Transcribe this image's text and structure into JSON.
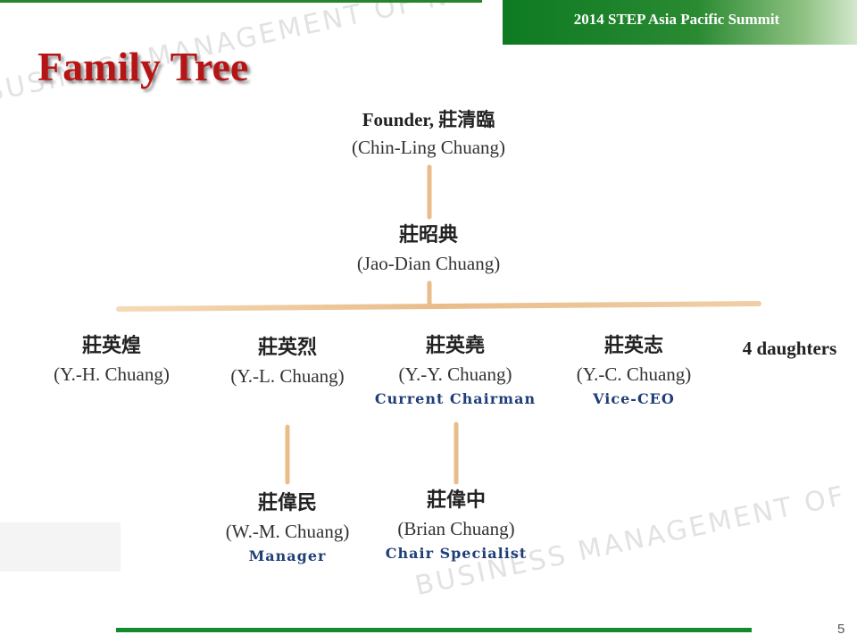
{
  "header": {
    "event_title": "2014 STEP Asia Pacific Summit"
  },
  "slide": {
    "title": "Family Tree",
    "page_number": "5"
  },
  "watermarks": {
    "top": "BUSINESS MANAGEMENT OF NSYSU",
    "middle": "BUSINESS MANAGEMENT OF NS"
  },
  "tree": {
    "founder": {
      "label": "Founder, 莊清臨",
      "english": "(Chin-Ling Chuang)"
    },
    "gen2": {
      "chinese": "莊昭典",
      "english": "(Jao-Dian Chuang)"
    },
    "gen3": [
      {
        "chinese": "莊英煌",
        "english": "(Y.-H. Chuang)",
        "role": ""
      },
      {
        "chinese": "莊英烈",
        "english": "(Y.-L. Chuang)",
        "role": ""
      },
      {
        "chinese": "莊英堯",
        "english": "(Y.-Y. Chuang)",
        "role": "Current Chairman"
      },
      {
        "chinese": "莊英志",
        "english": "(Y.-C. Chuang)",
        "role": "Vice-CEO"
      }
    ],
    "daughters": "4 daughters",
    "gen4": [
      {
        "chinese": "莊偉民",
        "english": "(W.-M. Chuang)",
        "role": "Manager"
      },
      {
        "chinese": "莊偉中",
        "english": "(Brian Chuang)",
        "role": "Chair Specialist"
      }
    ]
  },
  "colors": {
    "title": "#b71515",
    "header_green": "#0d7a22",
    "connector": "#e9bd8a",
    "role_text": "#1f3e78"
  }
}
